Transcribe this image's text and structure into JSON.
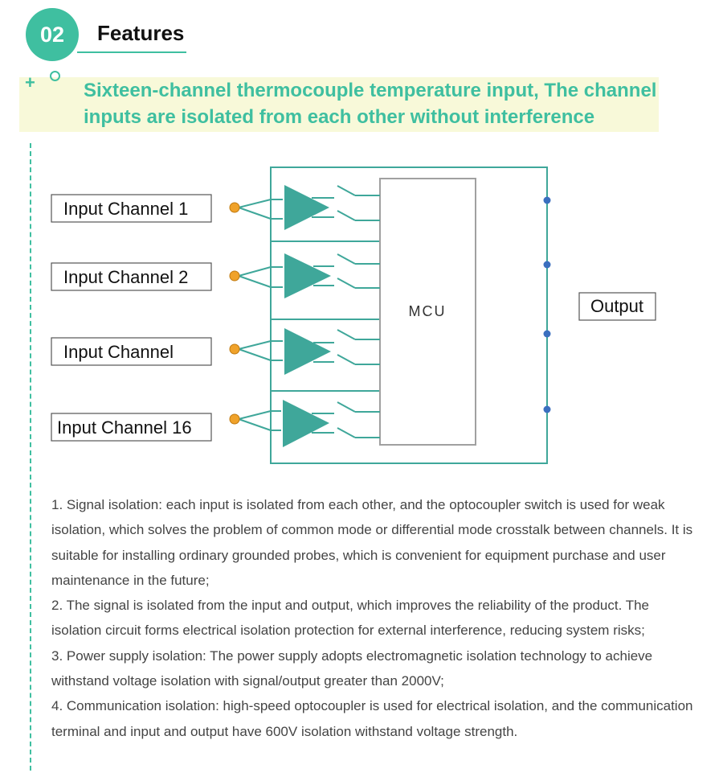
{
  "header": {
    "badge": "02",
    "title": "Features",
    "subtitle_line1": "Sixteen-channel thermocouple temperature input, The channel",
    "subtitle_line2": "inputs are isolated from each other without interference"
  },
  "diagram": {
    "channels": [
      "Input Channel 1",
      "Input Channel 2",
      "Input Channel",
      "Input Channel 16"
    ],
    "mcu_label": "MCU",
    "output_label": "Output",
    "colors": {
      "teal": "#3fa79a",
      "connector": "#f0a22a",
      "node": "#3b6fbf",
      "mcu_border": "#a0a0a0"
    }
  },
  "paragraphs": [
    "1. Signal isolation: each input is isolated from each other, and the optocoupler switch is used for weak isolation, which solves the problem of common mode or differential mode crosstalk between channels. It is suitable for installing ordinary grounded probes, which is convenient for equipment purchase and user maintenance in the future;",
    "2. The signal is isolated from the input and output, which improves the reliability of the product. The isolation circuit forms electrical isolation protection for external interference, reducing system risks;",
    "3. Power supply isolation: The power supply adopts electromagnetic isolation technology to achieve withstand voltage isolation with signal/output greater than 2000V;",
    "4. Communication isolation: high-speed optocoupler is used for electrical isolation, and the communication terminal and input and output have 600V isolation withstand voltage strength."
  ]
}
